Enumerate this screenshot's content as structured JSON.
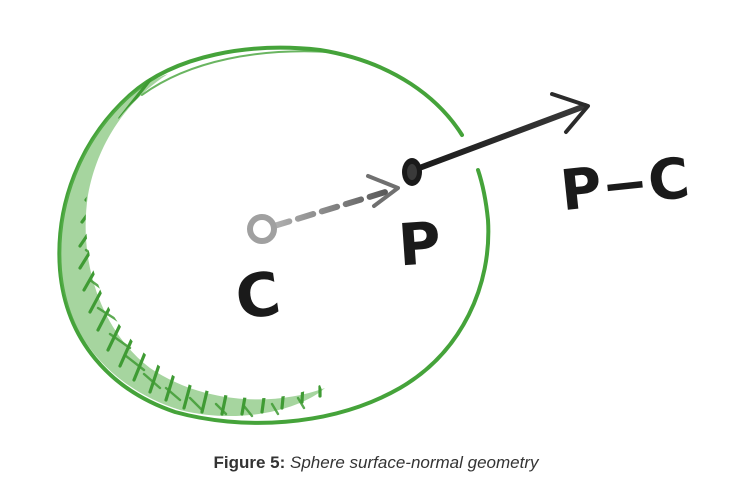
{
  "diagram": {
    "labels": {
      "center": "C",
      "point": "P",
      "normal": "P−C"
    },
    "colors": {
      "sphere": "#45a33a",
      "sphere_shade": "#3f9b34",
      "arrow_dark": "#2b2b2b",
      "arrow_light": "#9a9a9a",
      "ink": "#1a1a1a"
    }
  },
  "caption": {
    "label": "Figure 5:",
    "text": "Sphere surface-normal geometry"
  }
}
